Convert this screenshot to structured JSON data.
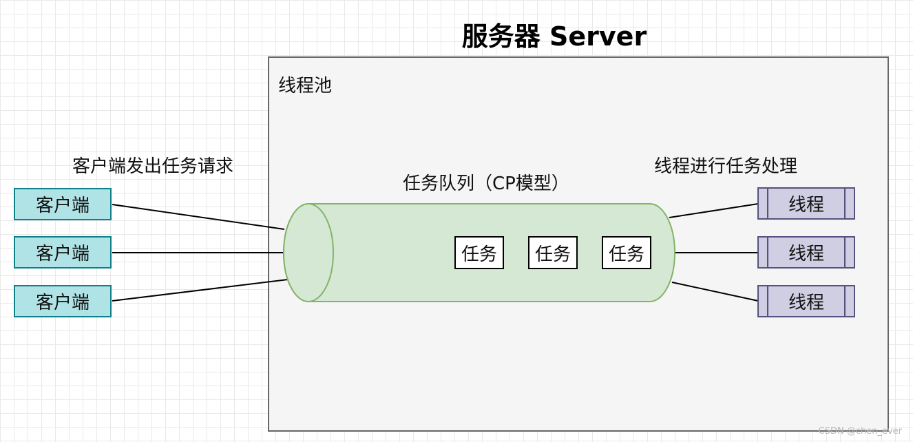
{
  "diagram": {
    "title": "服务器 Server",
    "pool_label": "线程池",
    "clients_caption": "客户端发出任务请求",
    "queue_caption": "任务队列（CP模型）",
    "threads_caption": "线程进行任务处理",
    "clients": [
      {
        "label": "客户端"
      },
      {
        "label": "客户端"
      },
      {
        "label": "客户端"
      }
    ],
    "tasks": [
      {
        "label": "任务"
      },
      {
        "label": "任务"
      },
      {
        "label": "任务"
      }
    ],
    "threads": [
      {
        "label": "线程"
      },
      {
        "label": "线程"
      },
      {
        "label": "线程"
      }
    ],
    "colors": {
      "client_fill": "#b0e3e6",
      "client_stroke": "#0e8088",
      "queue_fill": "#d5e8d4",
      "queue_stroke": "#82b366",
      "thread_fill": "#d0cee2",
      "thread_stroke": "#56517e",
      "server_fill": "#f5f5f5"
    }
  },
  "watermark": "CSDN @chen_ever"
}
